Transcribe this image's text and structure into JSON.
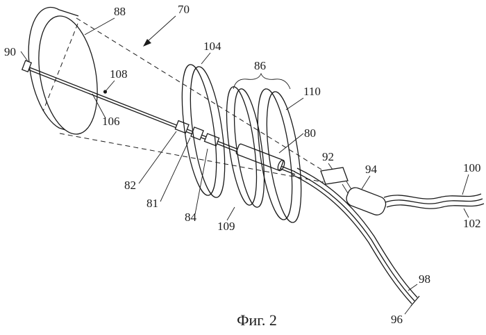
{
  "figure": {
    "caption": "Фиг. 2",
    "kind": "patent-line-drawing"
  },
  "reference_numerals": {
    "n70": "70",
    "n80": "80",
    "n81": "81",
    "n82": "82",
    "n84": "84",
    "n86": "86",
    "n88": "88",
    "n90": "90",
    "n92": "92",
    "n94": "94",
    "n96": "96",
    "n98": "98",
    "n100": "100",
    "n102": "102",
    "n104": "104",
    "n106": "106",
    "n108": "108",
    "n109": "109",
    "n110": "110"
  },
  "colors": {
    "ink": "#1a1a1a",
    "paper": "#ffffff"
  }
}
